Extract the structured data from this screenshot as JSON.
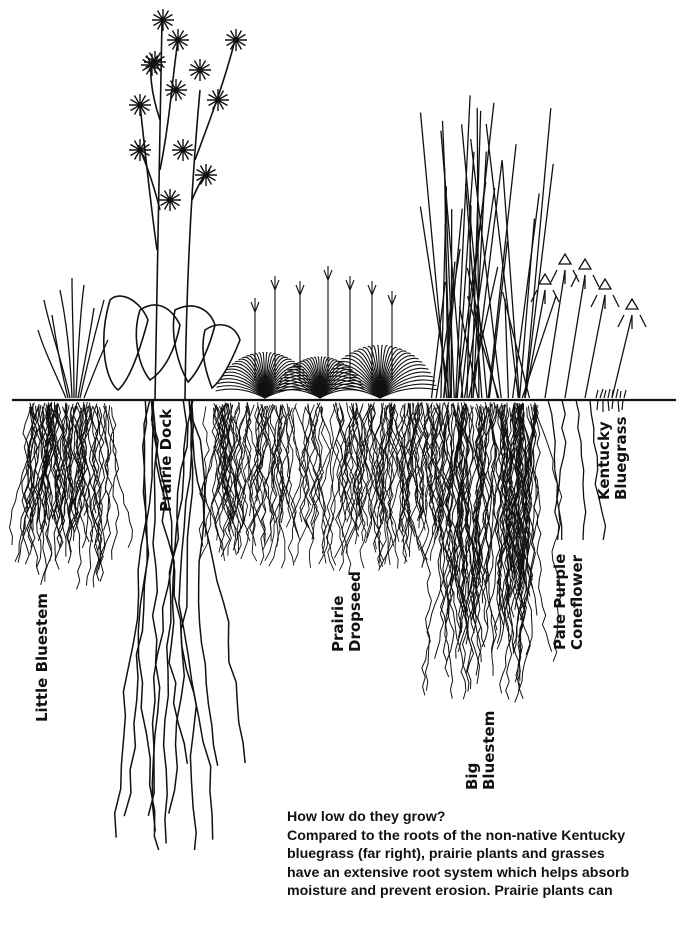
{
  "labels": {
    "little_bluestem": "Little Bluestem",
    "prairie_dock": "Prairie Dock",
    "prairie_dropseed": [
      "Prairie",
      "Dropseed"
    ],
    "big_bluestem": [
      "Big",
      "Bluestem"
    ],
    "pale_purple_coneflower": [
      "Pale Purple",
      "Coneflower"
    ],
    "kentucky_bluegrass": [
      "Kentucky",
      "Bluegrass"
    ]
  },
  "caption": {
    "heading": "How low do they grow?",
    "lines": [
      "Compared to the roots of the non-native Kentucky",
      "bluegrass (far right), prairie plants and grasses",
      "have an extensive root system which helps absorb",
      "moisture and prevent erosion. Prairie plants can"
    ]
  },
  "colors": {
    "ink": "#111111",
    "background": "#ffffff"
  }
}
